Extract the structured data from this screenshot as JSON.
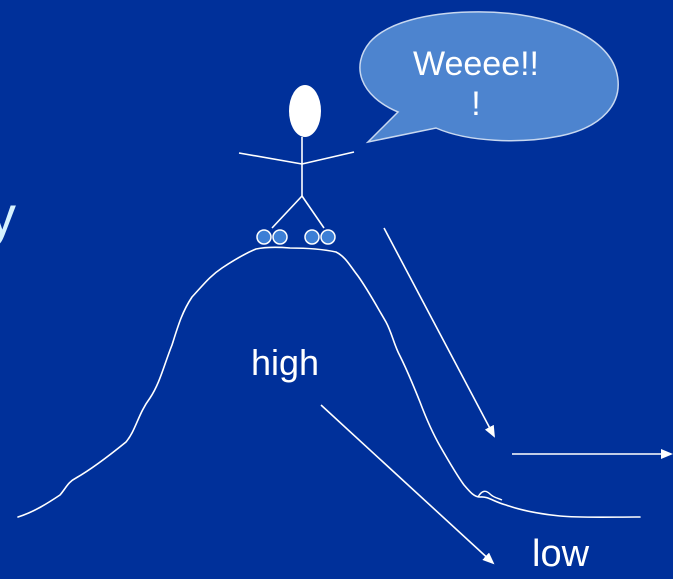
{
  "speech_bubble": {
    "line1": "Weeee!!",
    "line2": "!"
  },
  "labels": {
    "high": "high",
    "low": "low",
    "edge_letter": "y"
  },
  "colors": {
    "background": "#00309a",
    "stroke": "#ffffff",
    "bubble_fill": "#4d84cf",
    "bubble_stroke": "#c8d8f0",
    "wheel_fill": "#3d7fd6",
    "edge_letter": "#d6f2ff"
  }
}
